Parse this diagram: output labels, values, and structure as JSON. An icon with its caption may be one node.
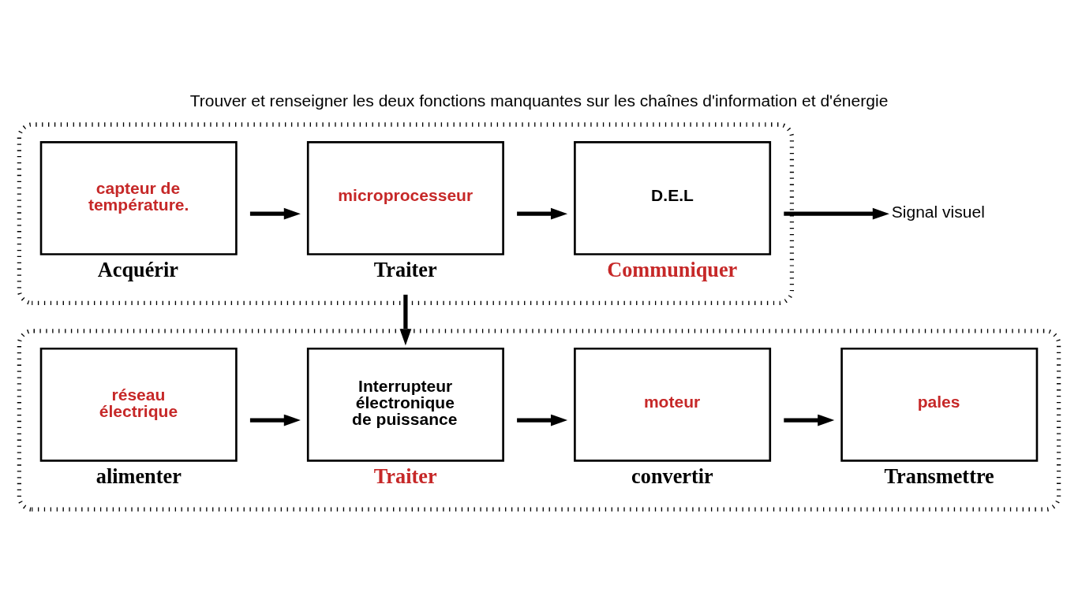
{
  "diagram": {
    "title": "Trouver et renseigner les deux fonctions manquantes sur les chaînes d'information et d'énergie",
    "nodes": [
      {
        "text": [],
        "shape": "box"
      },
      {
        "text": [
          "capteur de température."
        ],
        "in": 0,
        "beside": [
          "Acquérir"
        ]
      },
      {
        "text": [
          "microprocesseur"
        ],
        "in": 0,
        "beside": [
          "Traiter"
        ]
      },
      {
        "text": [
          "D.E.L"
        ],
        "in": 0,
        "beside": [
          "Communiquer"
        ]
      },
      {
        "text": [
          "Signal visuel"
        ]
      },
      {
        "text": [],
        "shape": "box"
      },
      {
        "text": [
          "réseau électrique"
        ],
        "in": 5,
        "beside": [
          "alimenter"
        ]
      },
      {
        "text": [
          "Interrupteur électronique de puissance"
        ],
        "in": 5,
        "beside": [
          "Traiter"
        ]
      },
      {
        "text": [
          "moteur"
        ],
        "in": 5,
        "beside": [
          "convertir"
        ]
      },
      {
        "text": [
          "pales"
        ],
        "in": 5,
        "beside": [
          "Transmettre"
        ]
      }
    ],
    "edges": [
      {
        "from": 1,
        "to": 2,
        "arrow": "to"
      },
      {
        "from": 2,
        "to": 3,
        "arrow": "to"
      },
      {
        "from": 3,
        "to": 4,
        "arrow": "to"
      },
      {
        "from": 2,
        "to": 7,
        "arrow": "to"
      },
      {
        "from": 6,
        "to": 7,
        "arrow": "to"
      },
      {
        "from": 7,
        "to": 8,
        "arrow": "to"
      },
      {
        "from": 8,
        "to": 9,
        "arrow": "to"
      }
    ]
  }
}
